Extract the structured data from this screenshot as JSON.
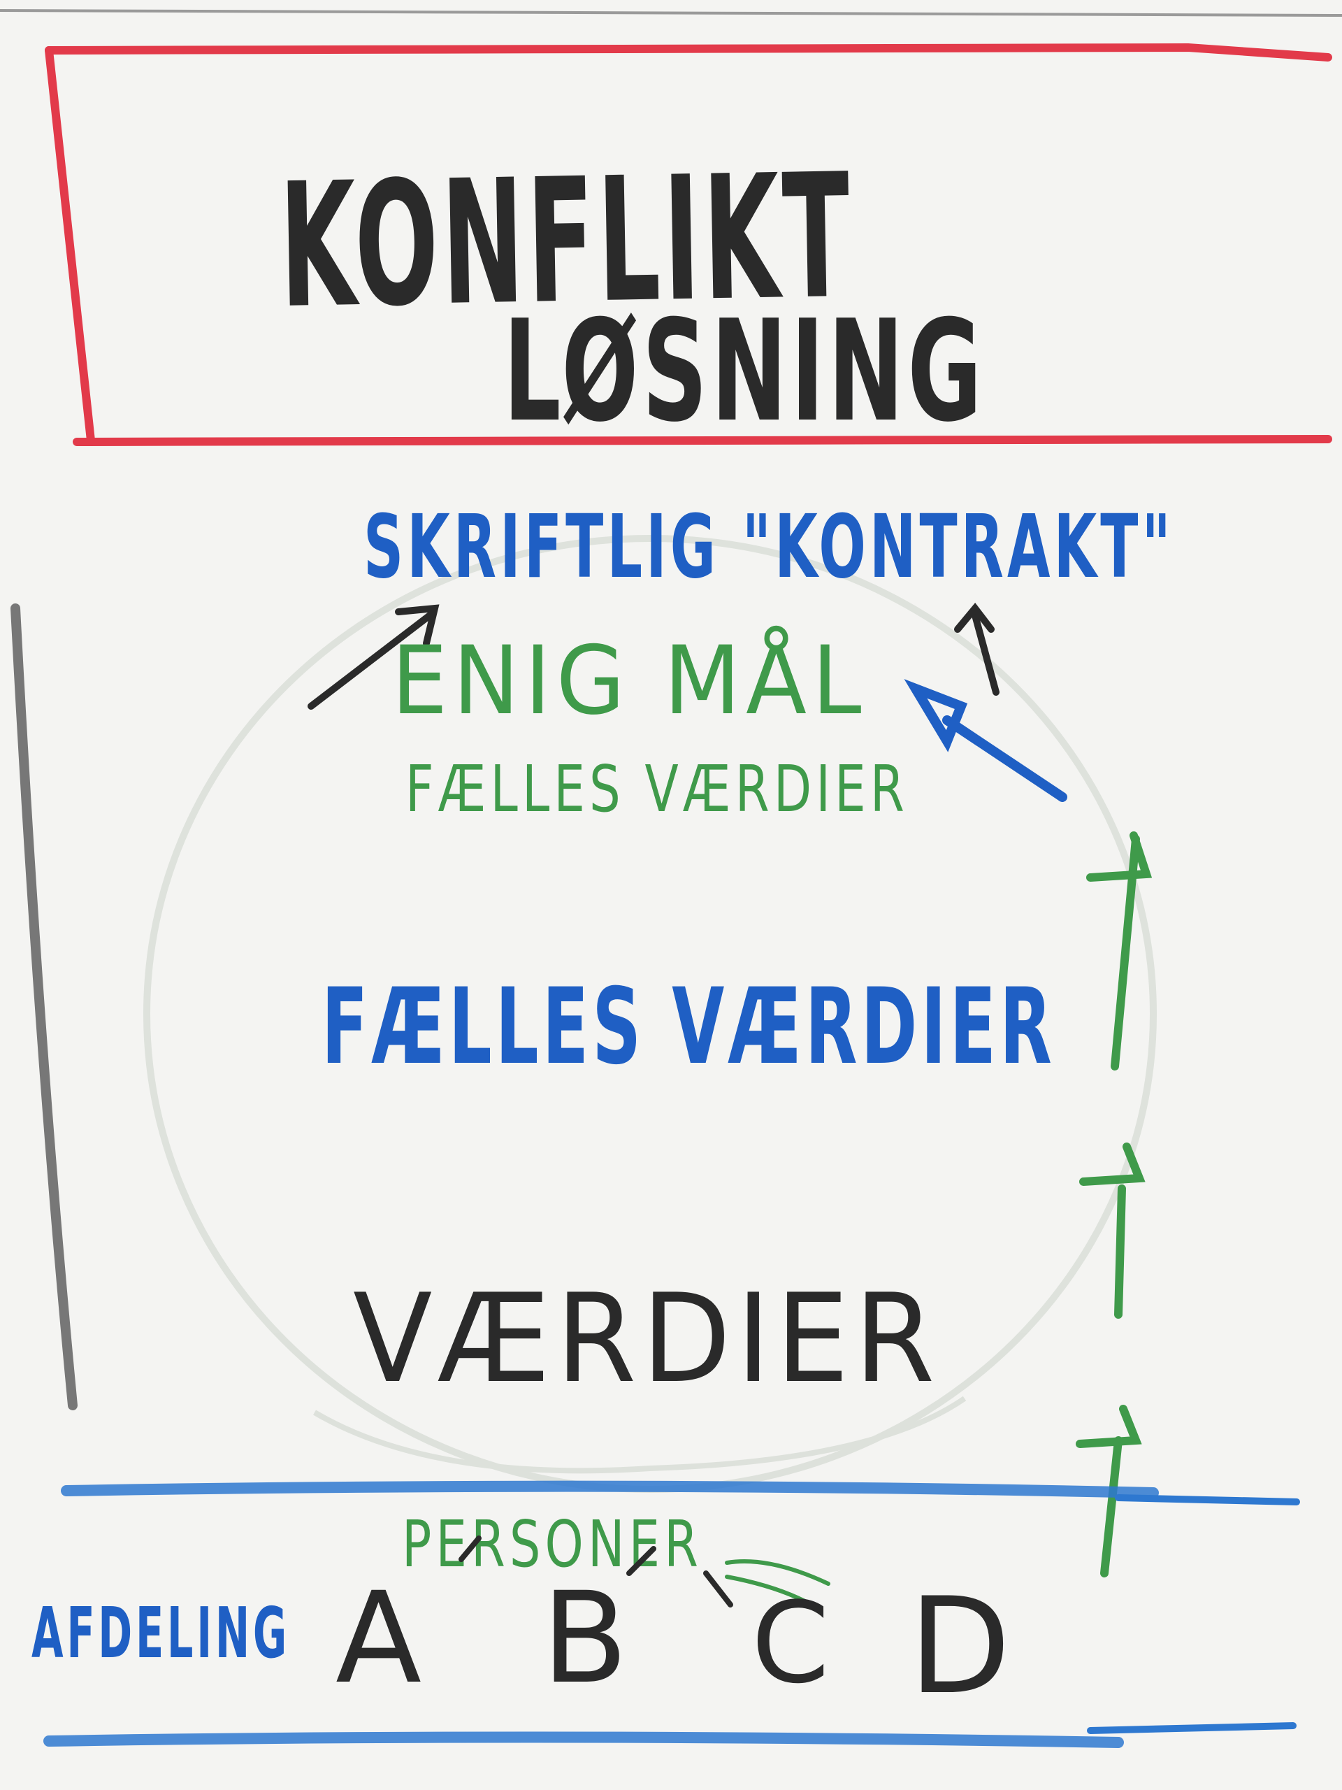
{
  "title": {
    "line1": "KONFLIKT",
    "line2": "LØSNING"
  },
  "flow": {
    "top": "SKRIFTLIG \"KONTRAKT\"",
    "green_main": "ENIG MÅL",
    "green_sub": "FÆLLES VÆRDIER",
    "middle": "FÆLLES VÆRDIER",
    "lower": "VÆRDIER",
    "personer": "PERSONER",
    "afdeling": "AFDELING",
    "letters": [
      "A",
      "B",
      "C",
      "D"
    ]
  },
  "colors": {
    "paper": "#f3f3f1",
    "red": "#e23a4a",
    "blue": "#1f5fc4",
    "green": "#3f9a4a",
    "black": "#2a2a2a"
  }
}
